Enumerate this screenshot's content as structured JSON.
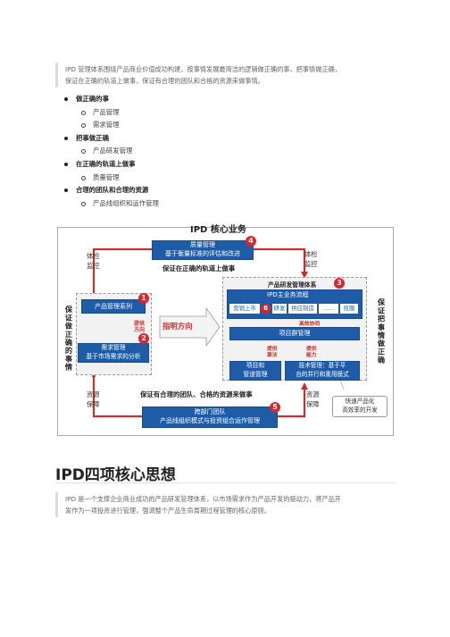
{
  "intro": {
    "line1": "IPD 管理体系围绕产品商业价值成功构建，按事情发展最简洁的逻辑做正确的事，把事情做正确，",
    "line2": "保证在正确的轨道上做事，保证有合理的团队和合格的资源来做事情。"
  },
  "list": [
    {
      "label": "做正确的事",
      "children": [
        "产品管理",
        "需求管理"
      ]
    },
    {
      "label": "把事做正确",
      "children": [
        "产品研发管理"
      ]
    },
    {
      "label": "在正确的轨道上做事",
      "children": [
        "质量管理"
      ]
    },
    {
      "label": "合理的团队和合理的资源",
      "children": [
        "产品线组织和运作管理"
      ]
    }
  ],
  "diagram": {
    "title": "IPD 核心业务",
    "left_vertical": "保证做正确的事情",
    "right_vertical": "保证把事情做正确",
    "quality": {
      "num": "4",
      "line1": "质量管理",
      "line2": "基于衡量标准的评估和改进"
    },
    "track_text": "保证在正确的轨道上做事",
    "check_left": [
      "体检",
      "监控"
    ],
    "check_right": [
      "体检",
      "监控"
    ],
    "product_mgmt": {
      "num": "1",
      "label": "产品管理系列"
    },
    "demand_mgmt": {
      "num": "2",
      "line1": "需求管理",
      "line2": "基于市场需求的分析"
    },
    "provide_direction": [
      "提供",
      "方向"
    ],
    "guide_text": "指明方向",
    "rd_system": {
      "num": "3",
      "title": "产品研发管理体系"
    },
    "ipd_flow": {
      "num": "6",
      "title": "IPD主业务流程",
      "cells": [
        "营销上市",
        "研发",
        "供应制造",
        "......",
        "技服"
      ]
    },
    "efficient": "高效协同",
    "project_group": "项目群管理",
    "provide_method": [
      "提供",
      "章法"
    ],
    "provide_capability": [
      "提供",
      "能力"
    ],
    "proj_box": [
      "项目和",
      "管道管理"
    ],
    "tech_box": [
      "技术管理：基于平",
      "台的并行和重用模式"
    ],
    "team_text": "保证有合理的团队、合格的资源来做事",
    "resource_left": [
      "资源",
      "保障"
    ],
    "resource_right": [
      "资源",
      "保障"
    ],
    "cross_team": {
      "num": "5",
      "line1": "跨部门团队",
      "line2": "产品线组织模式与投资组合运作管理"
    },
    "fast_product": [
      "快速产品化",
      "高效率的开发"
    ]
  },
  "section": {
    "heading": "IPD四项核心思想",
    "p_line1": "IPD 是一个支撑企业商业成功的产品研发管理体系，以市场需求作为产品开发的驱动力，将产品开",
    "p_line2": "发作为一项投资进行管理，强调整个产品生命周期过程管理的核心原则。"
  }
}
